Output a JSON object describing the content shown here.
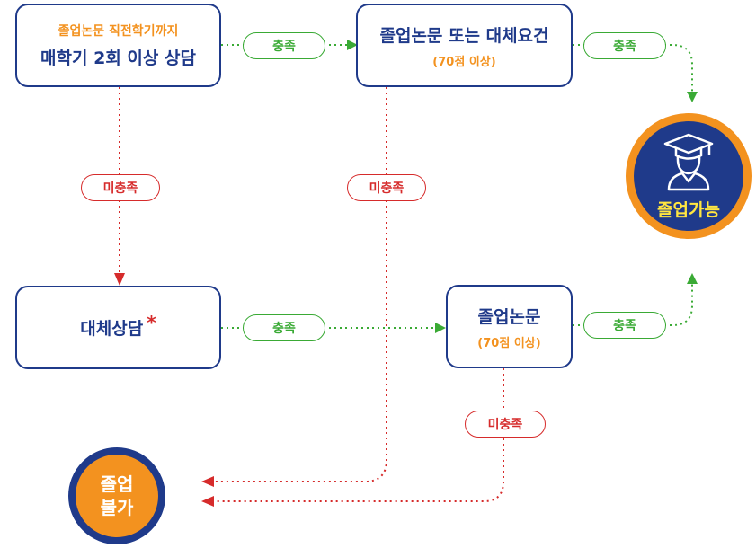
{
  "nodes": {
    "counseling": {
      "subtitle": "졸업논문 직전학기까지",
      "title": "매학기 2회 이상 상담"
    },
    "thesis_or_alt": {
      "title": "졸업논문 또는 대체요건",
      "note": "(70점 이상)"
    },
    "alt_counseling": {
      "title": "대체상담",
      "asterisk": "*"
    },
    "thesis": {
      "title": "졸업논문",
      "note": "(70점 이상)"
    },
    "graduate": {
      "label": "졸업가능",
      "icon": "graduate-icon"
    },
    "no_graduate": {
      "line1": "졸업",
      "line2": "불가"
    }
  },
  "edges": {
    "e1": "충족",
    "e2": "충족",
    "e3": "미충족",
    "e4": "미충족",
    "e5": "충족",
    "e6": "충족",
    "e7": "미충족"
  },
  "colors": {
    "navy": "#1f3a8a",
    "orange": "#f3921f",
    "green": "#3aaa35",
    "red": "#d62b2b",
    "graduate_label": "#ffe640"
  }
}
